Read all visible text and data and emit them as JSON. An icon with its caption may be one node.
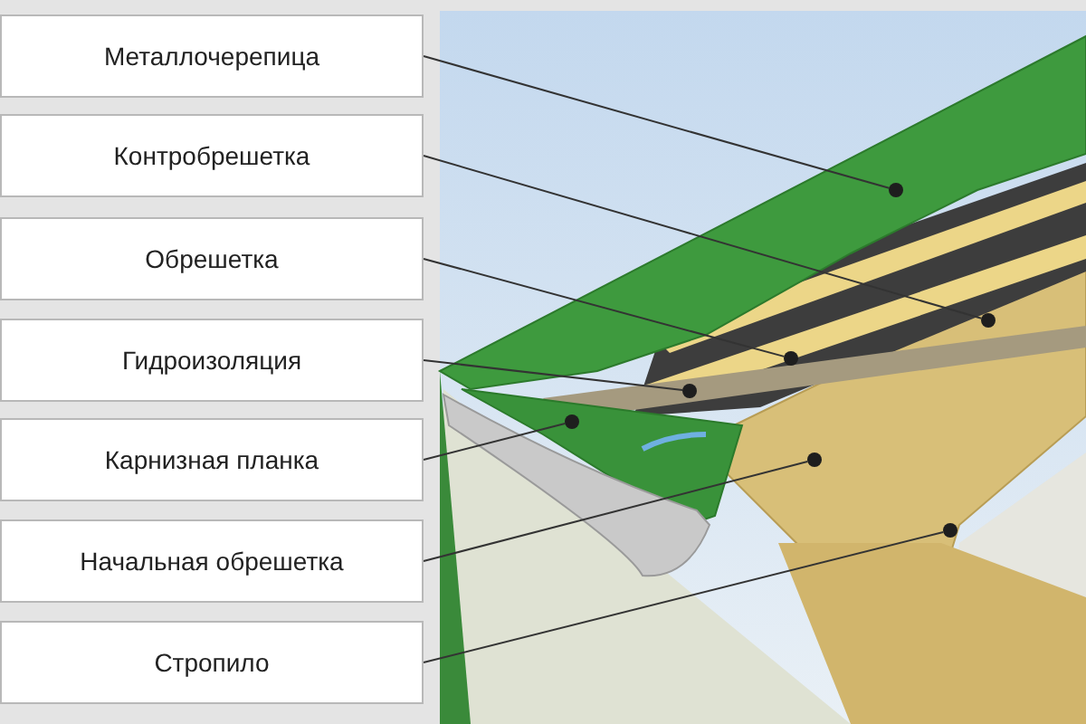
{
  "diagram": {
    "nodes": [
      {
        "text": [
          "Металлочерепица"
        ]
      },
      {
        "text": [
          "Контробрешетка"
        ]
      },
      {
        "text": [
          "Обрешетка"
        ]
      },
      {
        "text": [
          "Гидроизоляция"
        ]
      },
      {
        "text": [
          "Карнизная планка"
        ]
      },
      {
        "text": [
          "Начальная обрешетка"
        ]
      },
      {
        "text": [
          "Стропило"
        ]
      },
      {
        "text": [],
        "shape": "circle"
      },
      {
        "text": [],
        "shape": "circle"
      },
      {
        "text": [],
        "shape": "circle"
      },
      {
        "text": [],
        "shape": "circle"
      },
      {
        "text": [],
        "shape": "circle"
      },
      {
        "text": [],
        "shape": "circle"
      },
      {
        "text": [],
        "shape": "circle"
      }
    ],
    "edges": [
      {
        "from": 0,
        "to": 7,
        "arrow": "none"
      },
      {
        "from": 1,
        "to": 8,
        "arrow": "none"
      },
      {
        "from": 2,
        "to": 9,
        "arrow": "none"
      },
      {
        "from": 3,
        "to": 10,
        "arrow": "none"
      },
      {
        "from": 4,
        "to": 11,
        "arrow": "none"
      },
      {
        "from": 5,
        "to": 12,
        "arrow": "none"
      },
      {
        "from": 6,
        "to": 13,
        "arrow": "none"
      }
    ]
  }
}
